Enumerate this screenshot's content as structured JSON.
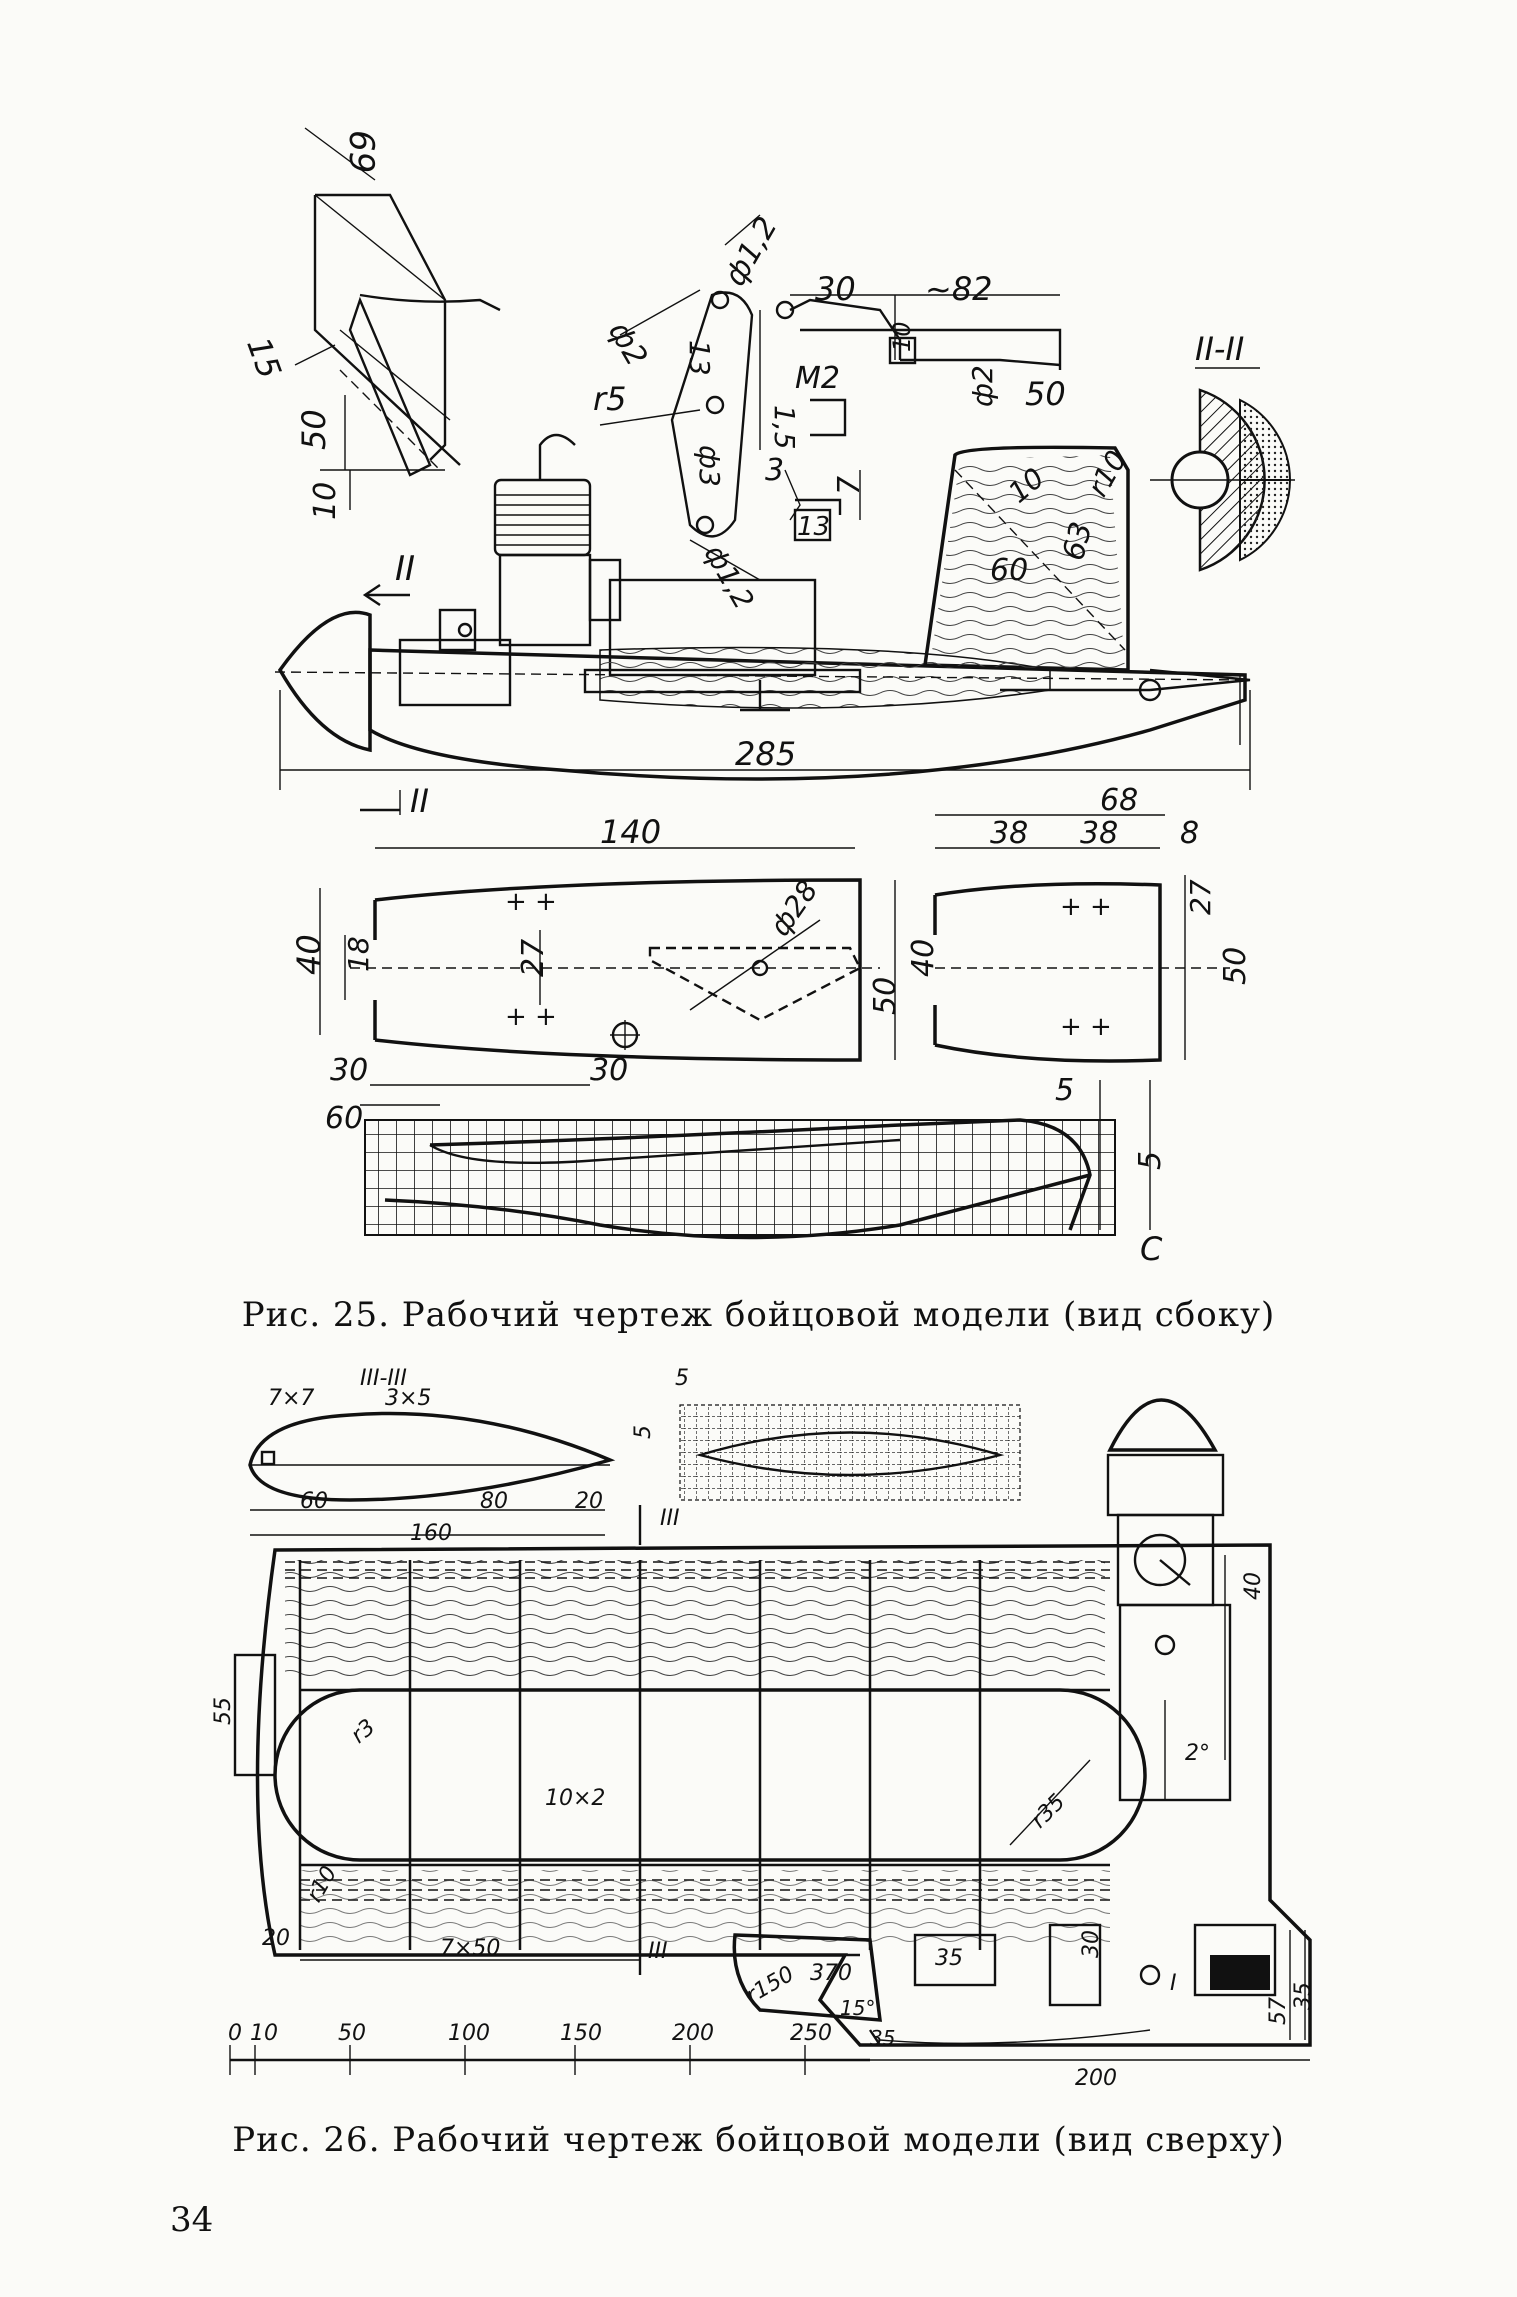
{
  "figure1": {
    "caption": "Рис. 25. Рабочий чертеж бойцовой модели (вид сбоку)",
    "dims": {
      "d69": "69",
      "d15": "15",
      "d50a": "50",
      "d10": "10",
      "phi12a": "ф1,2",
      "phi2": "ф2",
      "r5": "r5",
      "d13a": "13",
      "d30": "30",
      "d82": "~82",
      "d10b": "10",
      "m2": "M2",
      "d15b": "1,5",
      "phi3": "ф3",
      "phi12b": "ф1,2",
      "d3": "3",
      "d7": "7",
      "d13b": "13",
      "phi2b": "ф2",
      "d50b": "50",
      "section2": "II-II",
      "d10c": "10",
      "r10": "r10",
      "d63": "63",
      "d60": "60",
      "mark2a": "II",
      "d285": "285",
      "mark2b": "II",
      "d140": "140",
      "d40a": "40",
      "d18": "18",
      "d27a": "27",
      "phi28": "ф28",
      "d50c": "50",
      "d40b": "40",
      "d30a": "30",
      "d30b": "30",
      "d60b": "60",
      "d68": "68",
      "d38a": "38",
      "d38b": "38",
      "d8": "8",
      "d27b": "27",
      "d50d": "50",
      "d5a": "5",
      "d5b": "5",
      "c": "C"
    }
  },
  "figure2": {
    "caption": "Рис. 26. Рабочий чертеж бойцовой модели (вид сверху)",
    "dims": {
      "section3": "III-III",
      "d7x7": "7×7",
      "d3x5": "3×5",
      "d60": "60",
      "d80": "80",
      "d20a": "20",
      "d160": "160",
      "mark3a": "III",
      "d5a": "5",
      "d5b": "5",
      "d55": "55",
      "r3": "r3",
      "d10x2": "10×2",
      "r35": "r35",
      "d40": "40",
      "deg2": "2°",
      "r10": "r10",
      "d20b": "20",
      "d7x50": "7×50",
      "mark3b": "III",
      "r150": "r150",
      "d370": "370",
      "d35a": "35",
      "d30": "30",
      "mark1": "I",
      "d57": "57",
      "d35b": "35",
      "deg15": "15°",
      "d35c": "35",
      "d200": "200",
      "scale": [
        "0",
        "10",
        "50",
        "100",
        "150",
        "200",
        "250"
      ]
    }
  },
  "page": {
    "number": "34"
  }
}
